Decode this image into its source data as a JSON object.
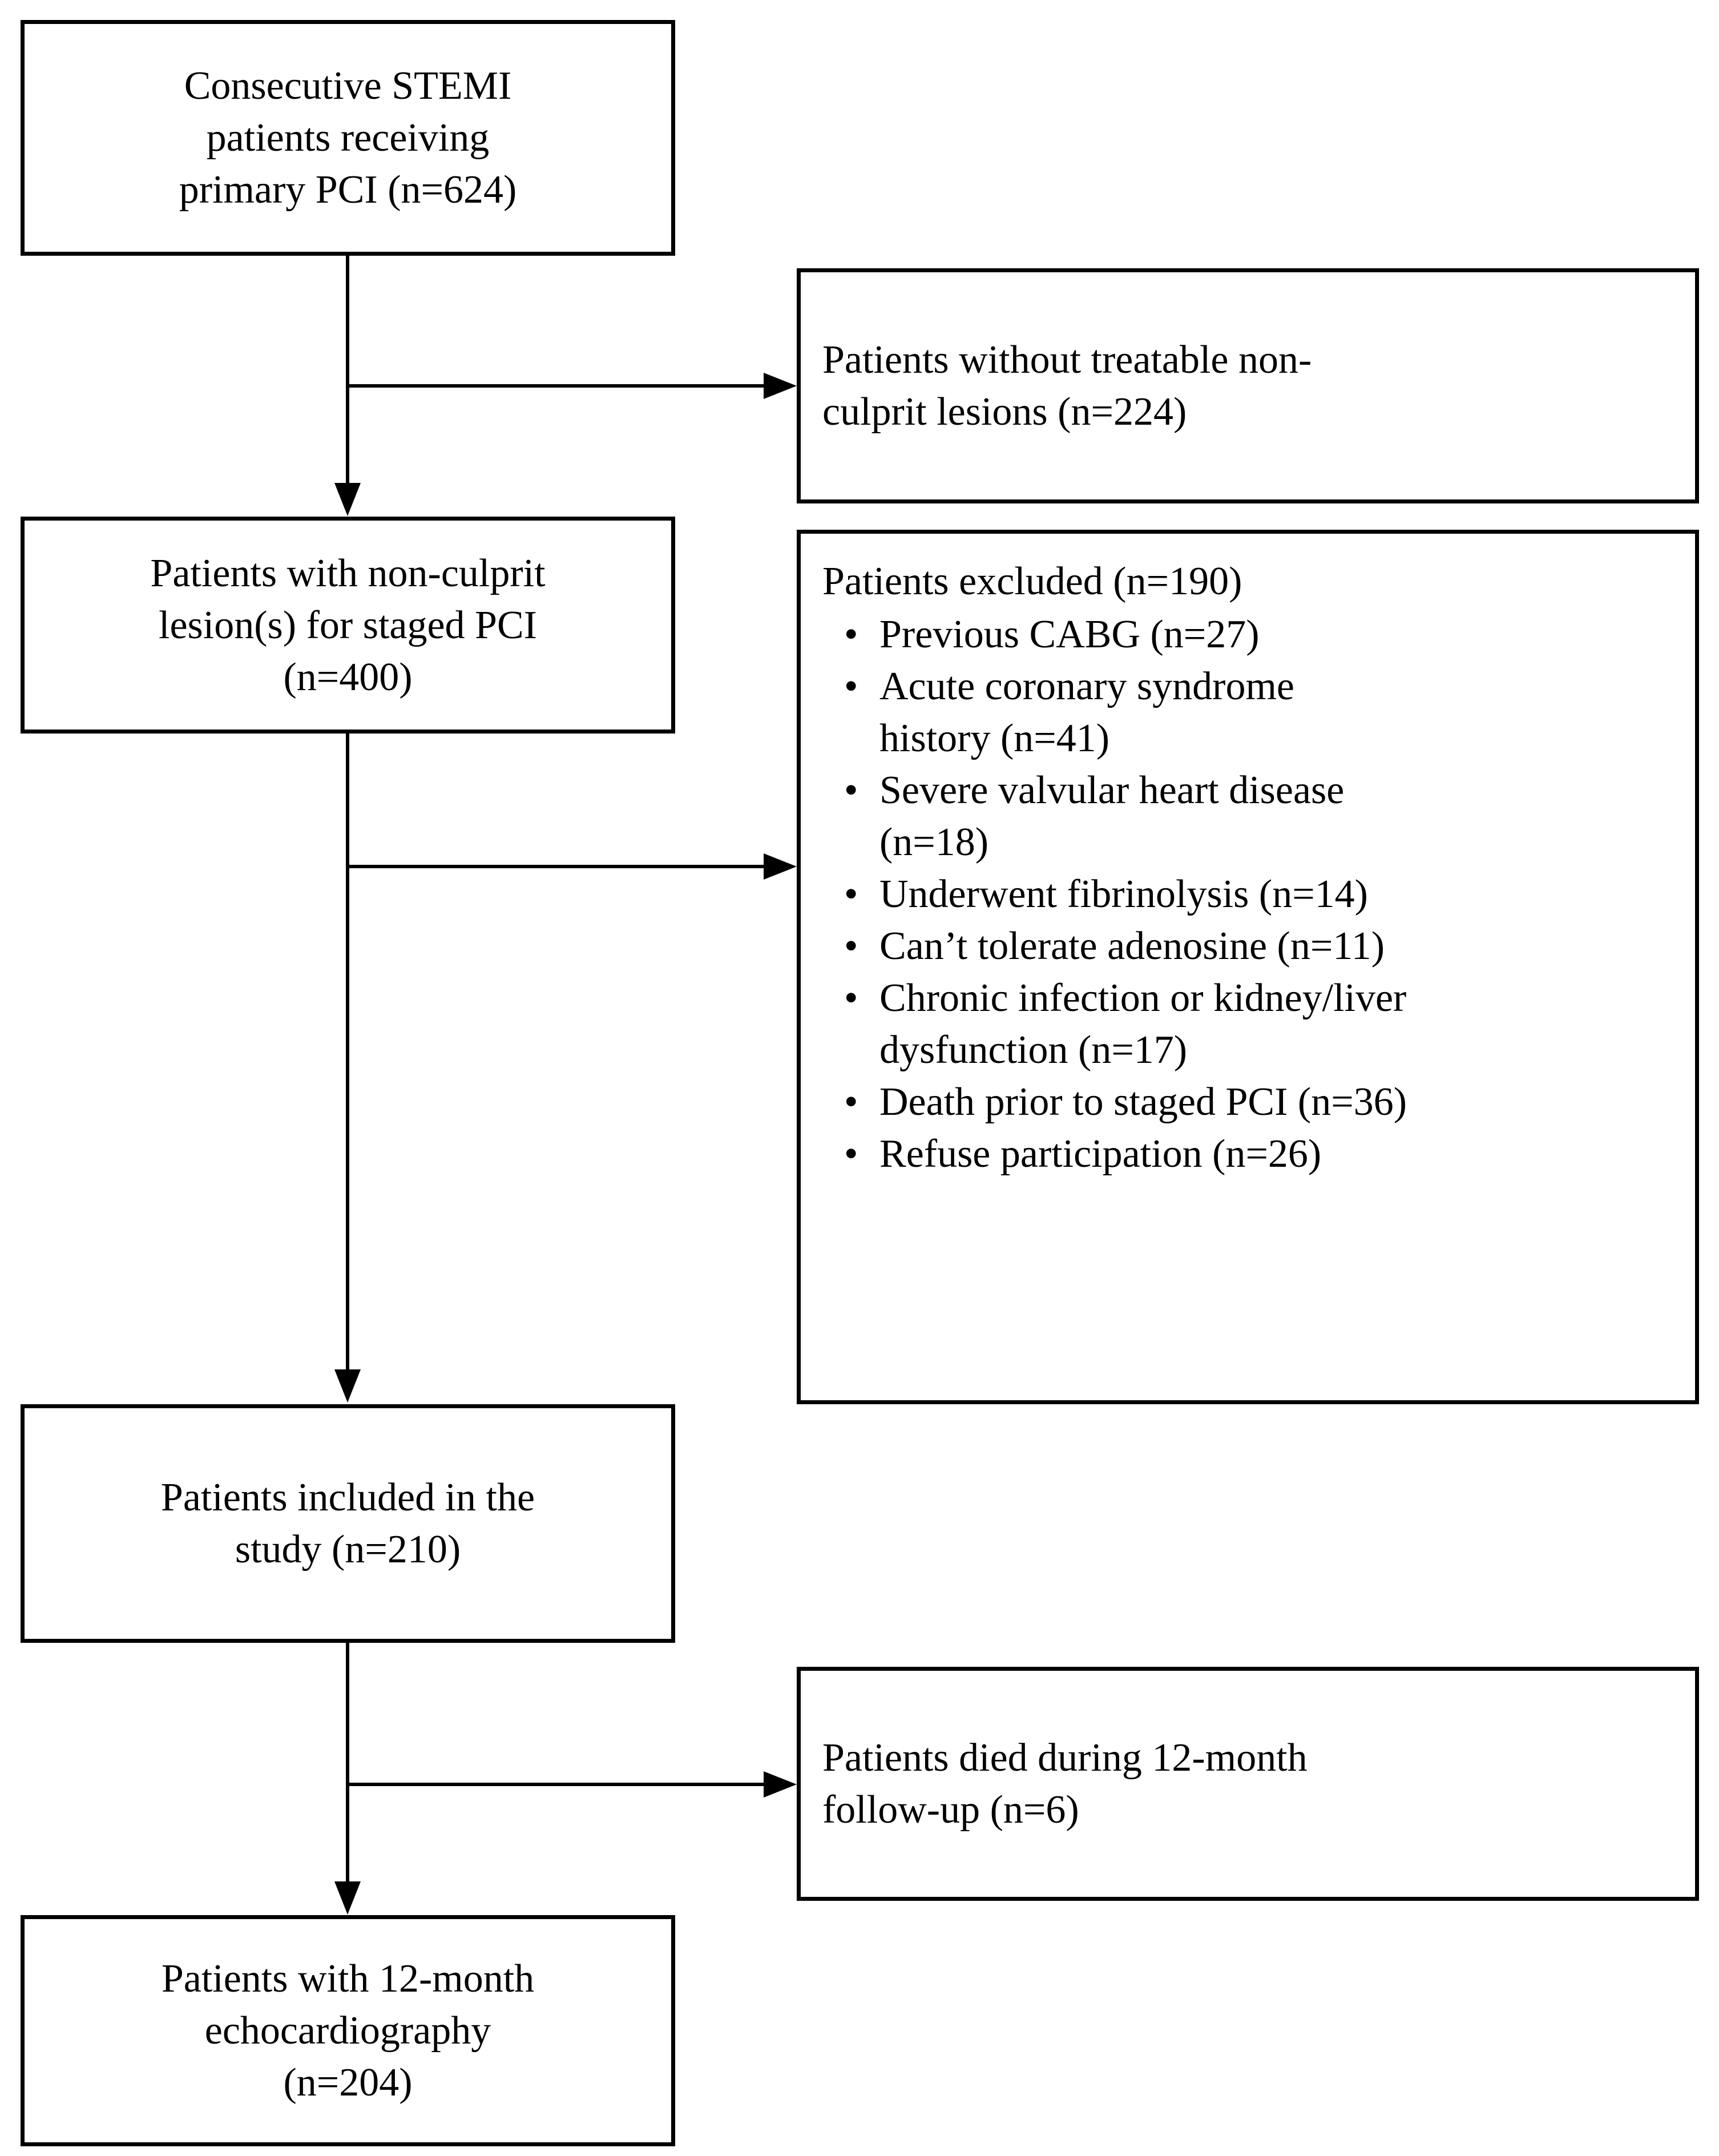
{
  "diagram": {
    "type": "flowchart",
    "title": "STEMI staged PCI patient flow diagram",
    "orientation": "top-to-bottom",
    "colors": {
      "stroke": "#000000",
      "background": "#ffffff",
      "text": "#000000"
    }
  },
  "nodes": {
    "start": {
      "id": "node-start",
      "lines": [
        "Consecutive STEMI",
        "patients receiving",
        "primary PCI (n=624)"
      ],
      "count": 624,
      "align": "center"
    },
    "noculprit": {
      "id": "node-noculprit",
      "lines": [
        "Patients without treatable non-",
        "culprit lesions (n=224)"
      ],
      "count": 224,
      "align": "left"
    },
    "staged": {
      "id": "node-staged",
      "lines": [
        "Patients with non-culprit",
        "lesion(s) for staged PCI",
        "(n=400)"
      ],
      "count": 400,
      "align": "center"
    },
    "excluded": {
      "id": "node-excluded",
      "heading": "Patients excluded (n=190)",
      "count": 190,
      "bullet_glyph": "•",
      "items": [
        {
          "lines": [
            "Previous CABG (n=27)"
          ],
          "count": 27
        },
        {
          "lines": [
            "Acute coronary syndrome",
            "history (n=41)"
          ],
          "count": 41
        },
        {
          "lines": [
            "Severe valvular heart disease",
            "(n=18)"
          ],
          "count": 18
        },
        {
          "lines": [
            "Underwent fibrinolysis (n=14)"
          ],
          "count": 14
        },
        {
          "lines": [
            "Can’t tolerate adenosine (n=11)"
          ],
          "count": 11
        },
        {
          "lines": [
            "Chronic infection or kidney/liver",
            "dysfunction (n=17)"
          ],
          "count": 17
        },
        {
          "lines": [
            "Death prior to staged PCI (n=36)"
          ],
          "count": 36
        },
        {
          "lines": [
            "Refuse participation (n=26)"
          ],
          "count": 26
        }
      ],
      "align": "left"
    },
    "included": {
      "id": "node-included",
      "lines": [
        "Patients included in the",
        "study (n=210)"
      ],
      "count": 210,
      "align": "center"
    },
    "died": {
      "id": "node-died",
      "lines": [
        "Patients died during 12-month",
        "follow-up (n=6)"
      ],
      "count": 6,
      "align": "left"
    },
    "echo": {
      "id": "node-echo",
      "lines": [
        "Patients with 12-month",
        "echocardiography",
        "(n=204)"
      ],
      "count": 204,
      "align": "center"
    }
  },
  "edges": [
    {
      "from": "start",
      "to": "staged",
      "kind": "vertical-arrow"
    },
    {
      "from": "start",
      "to": "noculprit",
      "kind": "branch-right-arrow"
    },
    {
      "from": "staged",
      "to": "included",
      "kind": "vertical-arrow"
    },
    {
      "from": "staged",
      "to": "excluded",
      "kind": "branch-right-arrow"
    },
    {
      "from": "included",
      "to": "echo",
      "kind": "vertical-arrow"
    },
    {
      "from": "included",
      "to": "died",
      "kind": "branch-right-arrow"
    }
  ]
}
